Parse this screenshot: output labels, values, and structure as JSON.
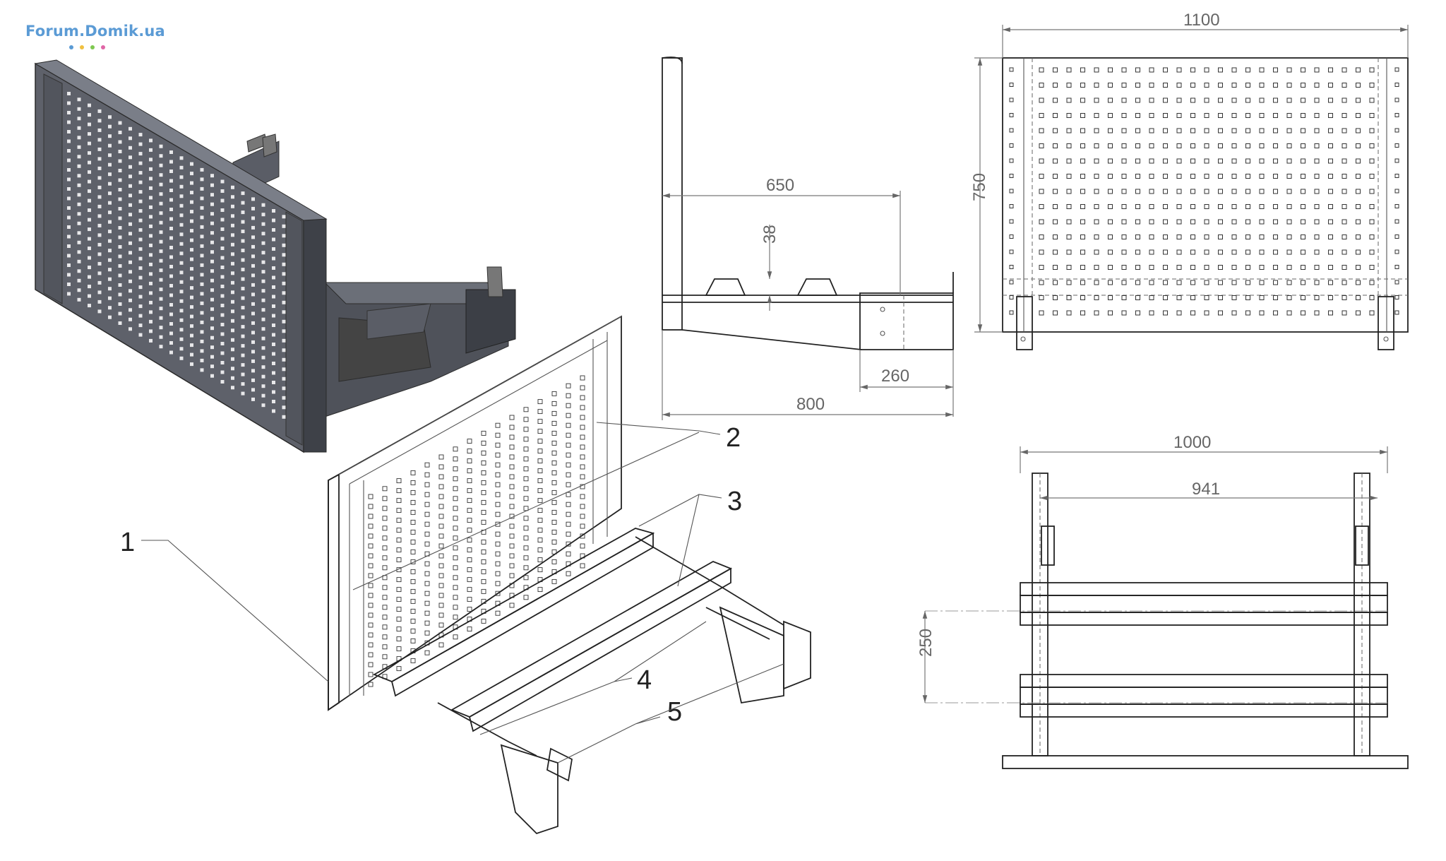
{
  "logo": {
    "text": "Forum.Domik.ua",
    "dot_colors": [
      "#5b9bd5",
      "#f0c040",
      "#7ec850",
      "#e066a6"
    ]
  },
  "colors": {
    "panel_dark": "#5a5d66",
    "panel_mid": "#6f737c",
    "line": "#222222",
    "dimension": "#666666"
  },
  "callouts": [
    "1",
    "2",
    "3",
    "4",
    "5"
  ],
  "side_view": {
    "dims": {
      "depth_top": "650",
      "height_rib": "38",
      "bracket": "260",
      "depth_total": "800"
    }
  },
  "front_view": {
    "dims": {
      "width": "1100",
      "height": "750"
    }
  },
  "top_view": {
    "dims": {
      "width_outer": "1000",
      "width_inner": "941",
      "rib_spacing": "250"
    }
  }
}
